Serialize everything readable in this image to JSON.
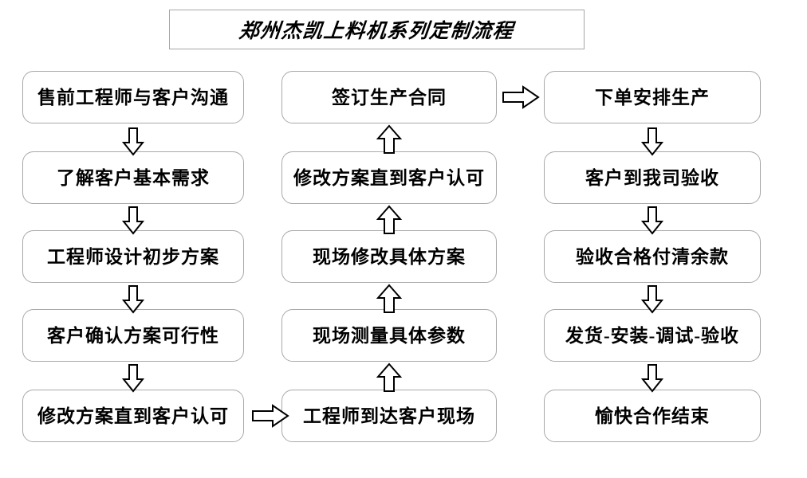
{
  "title": {
    "text": "郑州杰凯上料机系列定制流程"
  },
  "colors": {
    "background": "#ffffff",
    "node_border": "#a9a9a9",
    "title_border": "#a6a6a6",
    "text": "#000000",
    "arrow_stroke": "#000000",
    "arrow_fill": "#ffffff"
  },
  "columns": [
    {
      "name": "pre-sales-design",
      "direction": "down",
      "nodes": [
        {
          "id": "c1n1",
          "label": "售前工程师与客户沟通"
        },
        {
          "id": "c1n2",
          "label": "了解客户基本需求"
        },
        {
          "id": "c1n3",
          "label": "工程师设计初步方案"
        },
        {
          "id": "c1n4",
          "label": "客户确认方案可行性"
        },
        {
          "id": "c1n5",
          "label": "修改方案直到客户认可"
        }
      ]
    },
    {
      "name": "onsite-survey",
      "direction": "up",
      "nodes": [
        {
          "id": "c2n1",
          "label": "签订生产合同"
        },
        {
          "id": "c2n2",
          "label": "修改方案直到客户认可"
        },
        {
          "id": "c2n3",
          "label": "现场修改具体方案"
        },
        {
          "id": "c2n4",
          "label": "现场测量具体参数"
        },
        {
          "id": "c2n5",
          "label": "工程师到达客户现场"
        }
      ]
    },
    {
      "name": "production-delivery",
      "direction": "down",
      "nodes": [
        {
          "id": "c3n1",
          "label": "下单安排生产"
        },
        {
          "id": "c3n2",
          "label": "客户到我司验收"
        },
        {
          "id": "c3n3",
          "label": "验收合格付清余款"
        },
        {
          "id": "c3n4",
          "label": "发货-安装-调试-验收"
        },
        {
          "id": "c3n5",
          "label": "愉快合作结束"
        }
      ]
    }
  ],
  "connectors": [
    {
      "id": "a1",
      "from": "c1n1",
      "to": "c1n2",
      "direction": "down"
    },
    {
      "id": "a2",
      "from": "c1n2",
      "to": "c1n3",
      "direction": "down"
    },
    {
      "id": "a3",
      "from": "c1n3",
      "to": "c1n4",
      "direction": "down"
    },
    {
      "id": "a4",
      "from": "c1n4",
      "to": "c1n5",
      "direction": "down"
    },
    {
      "id": "a5",
      "from": "c1n5",
      "to": "c2n5",
      "direction": "right"
    },
    {
      "id": "a6",
      "from": "c2n5",
      "to": "c2n4",
      "direction": "up"
    },
    {
      "id": "a7",
      "from": "c2n4",
      "to": "c2n3",
      "direction": "up"
    },
    {
      "id": "a8",
      "from": "c2n3",
      "to": "c2n2",
      "direction": "up"
    },
    {
      "id": "a9",
      "from": "c2n2",
      "to": "c2n1",
      "direction": "up"
    },
    {
      "id": "a10",
      "from": "c2n1",
      "to": "c3n1",
      "direction": "right"
    },
    {
      "id": "a11",
      "from": "c3n1",
      "to": "c3n2",
      "direction": "down"
    },
    {
      "id": "a12",
      "from": "c3n2",
      "to": "c3n3",
      "direction": "down"
    },
    {
      "id": "a13",
      "from": "c3n3",
      "to": "c3n4",
      "direction": "down"
    },
    {
      "id": "a14",
      "from": "c3n4",
      "to": "c3n5",
      "direction": "down"
    }
  ]
}
